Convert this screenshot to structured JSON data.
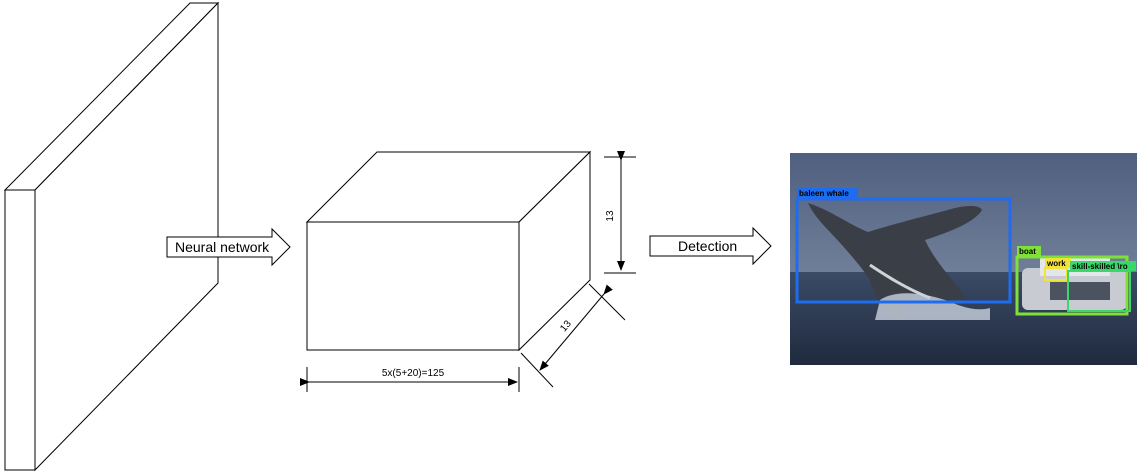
{
  "arrows": {
    "neural_network": "Neural network",
    "detection": "Detection"
  },
  "dimensions": {
    "height": "13",
    "depth": "13",
    "width": "5x(5+20)=125"
  },
  "detections": [
    {
      "label": "baleen whale",
      "color": "#1e6cf0"
    },
    {
      "label": "boat",
      "color": "#7fe03a"
    },
    {
      "label": "work",
      "color": "#f2e23a"
    },
    {
      "label": "skill-skilled \\ro",
      "color": "#3ad86a"
    }
  ],
  "colors": {
    "sky": "#5b6f8f",
    "sea": "#2c3b55",
    "whale": "#3a3f47",
    "boat": "#c8ccd2"
  }
}
